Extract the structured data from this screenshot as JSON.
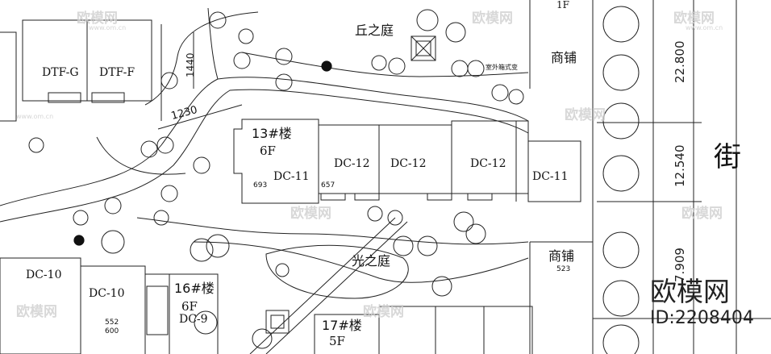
{
  "labels": {
    "hill_garden": "丘之庭",
    "light_garden": "光之庭",
    "outdoor_box_transformer": "室外箱式变",
    "shop_top": "商铺",
    "shop_bottom": "商铺",
    "shop_bottom_num": "523",
    "street": "街",
    "top_floor": "1F",
    "b13_name": "13#楼",
    "b13_floors": "6F",
    "b16_name": "16#楼",
    "b16_floors": "6F",
    "b17_name": "17#楼",
    "b17_floors": "5F",
    "dtf_g": "DTF-G",
    "dtf_f": "DTF-F",
    "dc11_left": "DC-11",
    "dc12_a": "DC-12",
    "dc12_b": "DC-12",
    "dc12_c": "DC-12",
    "dc11_right": "DC-11",
    "dc10_left": "DC-10",
    "dc10_mid": "DC-10",
    "dc9": "DC-9",
    "num_693": "693",
    "num_657": "657",
    "num_552": "552",
    "num_600": "600"
  },
  "dimensions": {
    "d1440": "1440",
    "d1230": "1230",
    "d22800": "22.800",
    "d12540": "12.540",
    "d7909": "7.909"
  },
  "watermark": {
    "brand_cn": "欧模网",
    "brand_small": "欧模网",
    "id_text": "ID:2208404",
    "site": "www.om.cn"
  }
}
